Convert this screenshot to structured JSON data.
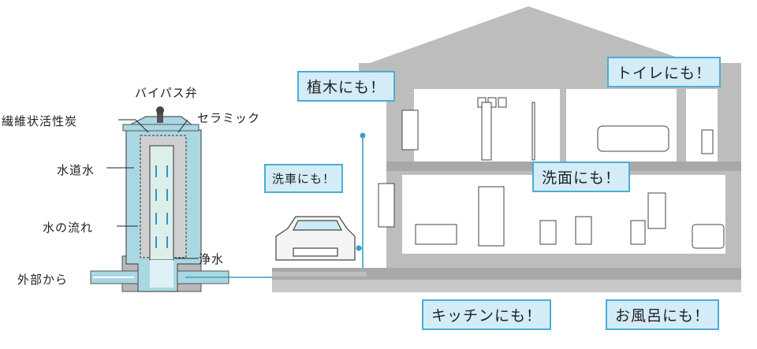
{
  "filter_labels": {
    "bypass_valve": "バイパス弁",
    "fiber_carbon": "繊維状活性炭",
    "ceramic": "セラミック",
    "tap_water": "水道水",
    "water_flow": "水の流れ",
    "purified_water": "浄水",
    "from_outside": "外部から"
  },
  "bubbles": {
    "plants": "植木にも！",
    "toilet": "トイレにも！",
    "car_wash": "洗車にも！",
    "washroom": "洗面にも！",
    "kitchen": "キッチンにも！",
    "bath": "お風呂にも！"
  },
  "colors": {
    "pipe": "#3a9fc4",
    "bubble_fill": "#d3ecf7",
    "bubble_border": "#4aaed3",
    "wall": "#bdbdbd",
    "water": "#a9d8e3"
  }
}
